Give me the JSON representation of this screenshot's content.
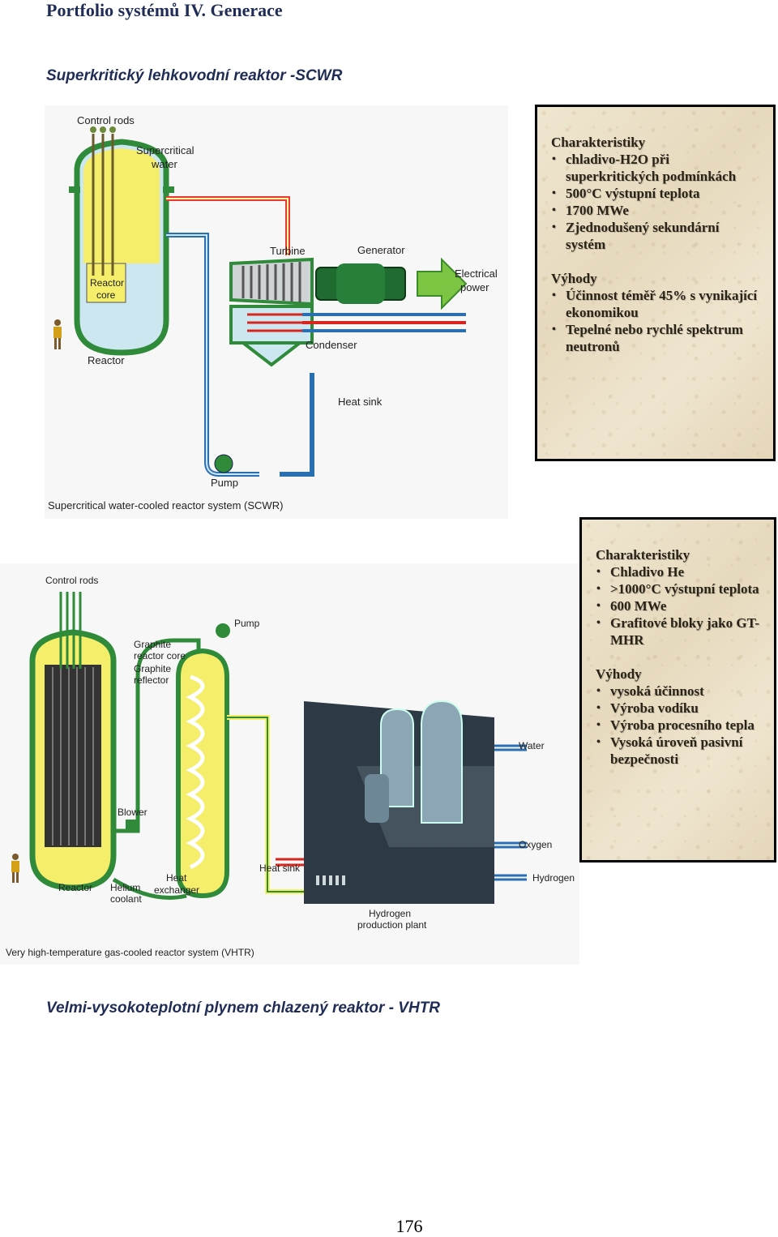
{
  "page": {
    "title": "Portfolio systémů IV. Generace",
    "page_number": "176"
  },
  "scwr": {
    "heading": "Superkritický lehkovodní reaktor -SCWR",
    "figure": {
      "caption": "Supercritical water-cooled reactor system (SCWR)",
      "labels": {
        "control_rods": "Control rods",
        "supercritical_water_1": "Supercritical",
        "supercritical_water_2": "water",
        "turbine": "Turbine",
        "generator": "Generator",
        "electrical_power_1": "Electrical",
        "electrical_power_2": "power",
        "reactor_core_1": "Reactor",
        "reactor_core_2": "core",
        "reactor": "Reactor",
        "condenser": "Condenser",
        "heat_sink": "Heat sink",
        "pump": "Pump"
      }
    },
    "box": {
      "char_title": "Charakteristiky",
      "char_items": [
        "chladivo-H2O při superkritických podmínkách",
        "500°C výstupní teplota",
        "1700 MWe",
        "Zjednodušený sekundární systém"
      ],
      "adv_title": "Výhody",
      "adv_items": [
        "Účinnost téměř 45% s vynikající ekonomikou",
        "Tepelné nebo rychlé spektrum neutronů"
      ]
    }
  },
  "vhtr": {
    "heading": "Velmi-vysokoteplotní plynem chlazený reaktor - VHTR",
    "figure": {
      "caption": "Very high-temperature gas-cooled reactor system (VHTR)",
      "labels": {
        "control_rods": "Control rods",
        "pump": "Pump",
        "graphite_core_1": "Graphite",
        "graphite_core_2": "reactor core",
        "graphite_reflector_1": "Graphite",
        "graphite_reflector_2": "reflector",
        "water": "Water",
        "blower": "Blower",
        "oxygen": "Oxygen",
        "heat_sink": "Heat sink",
        "hydrogen": "Hydrogen",
        "reactor": "Reactor",
        "helium_coolant_1": "Helium",
        "helium_coolant_2": "coolant",
        "heat_exchanger_1": "Heat",
        "heat_exchanger_2": "exchanger",
        "h2_plant_1": "Hydrogen",
        "h2_plant_2": "production plant"
      }
    },
    "box": {
      "char_title": "Charakteristiky",
      "char_items": [
        "Chladivo He",
        ">1000°C výstupní teplota",
        "600 MWe",
        "Grafitové bloky jako GT-MHR"
      ],
      "adv_title": "Výhody",
      "adv_items": [
        "vysoká účinnost",
        "Výroba vodíku",
        "Výroba procesního tepla",
        "Vysoká úroveň pasivní bezpečnosti"
      ]
    }
  }
}
